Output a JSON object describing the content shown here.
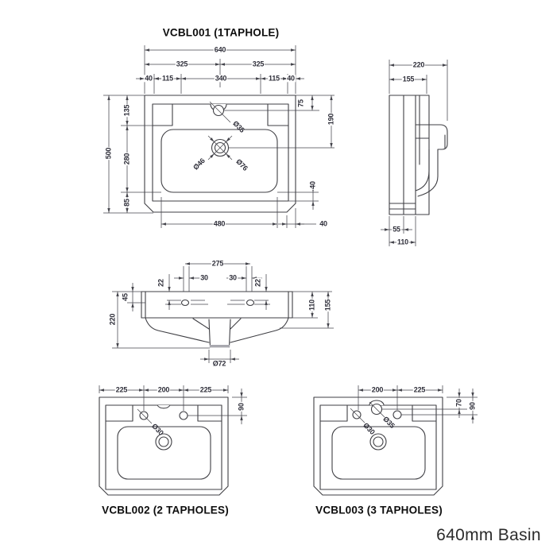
{
  "caption": "640mm Basin",
  "views": {
    "vcbl001": {
      "title": "VCBL001 (1TAPHOLE)",
      "dims": {
        "total_width": "640",
        "left_half": "325",
        "right_half": "325",
        "edge_left": "40",
        "offset_left": "115",
        "taphole_span": "340",
        "offset_right": "115",
        "edge_right": "40",
        "total_depth": "500",
        "back_ledge": "135",
        "bowl_depth": "280",
        "front_ledge": "85",
        "taphole_drop": "75",
        "waste_drop": "190",
        "front_gap": "40",
        "bowl_width": "480",
        "chamfer": "40",
        "taphole_dia": "Ø35",
        "waste_dia": "Ø46",
        "overflow_dia": "Ø76"
      }
    },
    "side": {
      "dims": {
        "total_depth": "220",
        "back_depth": "155",
        "plinth_inner": "55",
        "plinth_depth": "110"
      }
    },
    "front": {
      "dims": {
        "fixing_centres": "275",
        "slot_left": "30",
        "slot_right": "30",
        "slot_drop_left": "22",
        "slot_drop_right": "22",
        "rim_drop": "45",
        "overall_height": "220",
        "apron_height": "110",
        "rim_depth": "155",
        "trap_dia": "Ø72"
      }
    },
    "vcbl002": {
      "title": "VCBL002 (2 TAPHOLES)",
      "dims": {
        "left_edge": "225",
        "centres": "200",
        "right_edge": "225",
        "taphole_drop": "90",
        "taphole_dia": "Ø30"
      }
    },
    "vcbl003": {
      "title": "VCBL003 (3 TAPHOLES)",
      "dims": {
        "taphole_span": "200",
        "edge_offset": "225",
        "centre_drop": "70",
        "side_drop": "90",
        "taphole_dia": "Ø30",
        "mixer_dia": "Ø35"
      }
    }
  }
}
